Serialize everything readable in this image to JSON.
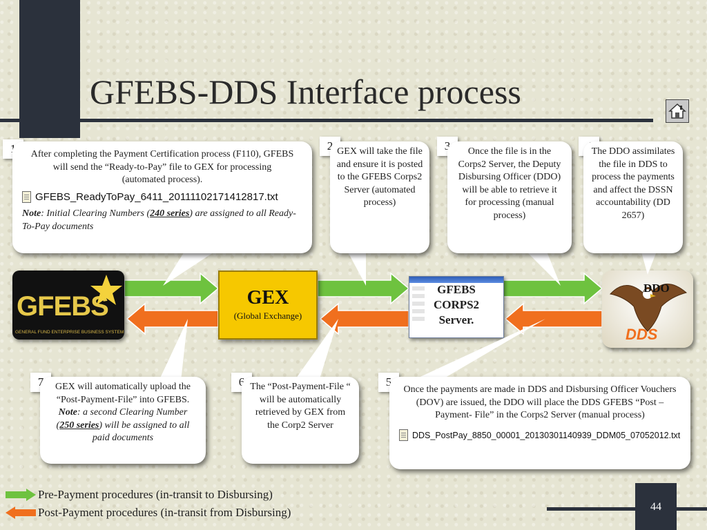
{
  "title": "GFEBS-DDS Interface process",
  "slide_number": "44",
  "icons": {
    "home": "home-icon",
    "file": "document-icon"
  },
  "colors": {
    "pre_arrow": "#6ec23f",
    "post_arrow": "#f06f1e",
    "gex_box": "#f6c800",
    "dark_bar": "#2b313c"
  },
  "nodes": {
    "gfebs": {
      "logo_text": "GFEBS",
      "subtitle": "GENERAL FUND ENTERPRISE BUSINESS SYSTEM"
    },
    "gex": {
      "label": "GEX",
      "sub": "(Global Exchange)"
    },
    "corps2": {
      "line1": "GFEBS",
      "line2": "CORPS2",
      "line3": "Server."
    },
    "ddo": {
      "label": "DDO",
      "logo_text": "DDS"
    }
  },
  "steps": [
    {
      "number": "1",
      "text": "After completing the Payment Certification process (F110), GFEBS will send the “Ready-to-Pay” file to GEX for processing (automated process).",
      "file": "GFEBS_ReadyToPay_6411_20111102171412817.txt",
      "note_label": "Note",
      "note_pre": ": Initial Clearing Numbers (",
      "note_series": "240 series",
      "note_post": ") are assigned to all Ready-To-Pay documents"
    },
    {
      "number": "2",
      "text": "GEX will take the file and ensure it is posted to the GFEBS Corps2 Server (automated process)"
    },
    {
      "number": "3",
      "text": "Once the file is in the Corps2 Server, the Deputy Disbursing Officer (DDO) will be able to retrieve it for processing (manual process)"
    },
    {
      "number": "4",
      "text": "The DDO assimilates the file in DDS to process the payments and affect the DSSN accountability (DD 2657)"
    },
    {
      "number": "5",
      "text": "Once the payments are made in DDS and Disbursing Officer Vouchers (DOV) are issued, the DDO will place the DDS GFEBS “Post –Payment- File” in the Corps2 Server (manual process)",
      "file": "DDS_PostPay_8850_00001_20130301140939_DDM05_07052012.txt"
    },
    {
      "number": "6",
      "text": "The “Post-Payment-File “ will be automatically retrieved by GEX from the Corp2 Server"
    },
    {
      "number": "7",
      "text": "GEX will automatically upload the “Post-Payment-File” into GFEBS.",
      "note_label": "Note",
      "note_pre": ": a second Clearing Number (",
      "note_series": "250 series",
      "note_post": ") will be assigned to all paid documents"
    }
  ],
  "legend": [
    {
      "label": "Pre-Payment procedures (in-transit to Disbursing)",
      "color": "#6ec23f"
    },
    {
      "label": "Post-Payment procedures (in-transit from Disbursing)",
      "color": "#f06f1e"
    }
  ]
}
